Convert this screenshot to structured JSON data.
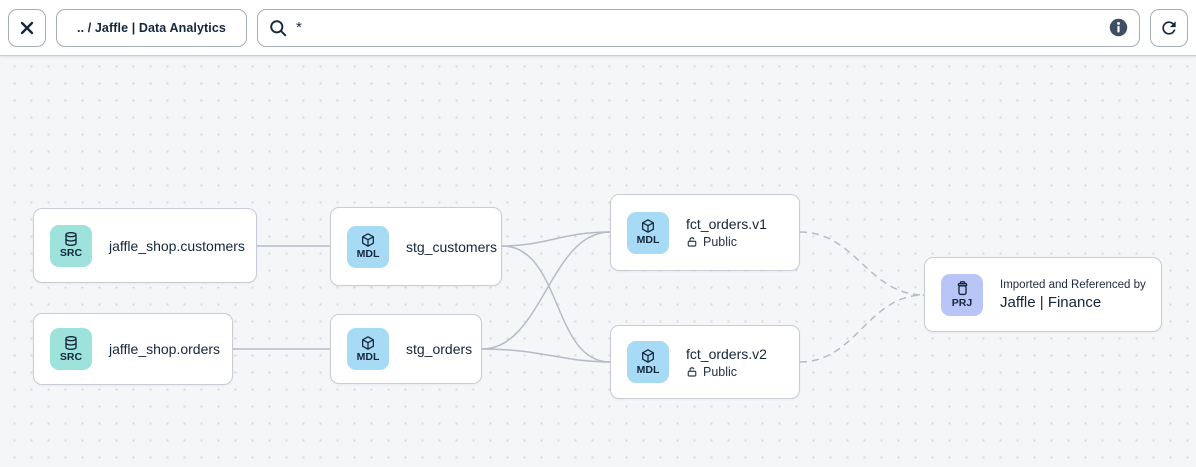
{
  "toolbar": {
    "breadcrumb": ".. / Jaffle | Data Analytics",
    "search": {
      "value": "*"
    }
  },
  "icons": {
    "close": "x-cross",
    "search": "magnifier",
    "info": "filled-circle-i",
    "refresh": "clockwise-arrow",
    "source": "database-cylinder",
    "model": "cube",
    "project": "jar",
    "public_access": "unlocked-padlock"
  },
  "canvas": {
    "nodes": [
      {
        "badge": "SRC",
        "label": "jaffle_shop.customers"
      },
      {
        "badge": "MDL",
        "label": "stg_customers"
      },
      {
        "badge": "SRC",
        "label": "jaffle_shop.orders"
      },
      {
        "badge": "MDL",
        "label": "stg_orders"
      },
      {
        "badge": "MDL",
        "label": "fct_orders.v1",
        "access": "Public"
      },
      {
        "badge": "MDL",
        "label": "fct_orders.v2",
        "access": "Public"
      },
      {
        "badge": "PRJ",
        "label": "Jaffle | Finance",
        "sublabel": "Imported and Referenced by"
      }
    ],
    "edges": [
      {
        "from": "jaffle_shop.customers",
        "to": "stg_customers",
        "style": "solid"
      },
      {
        "from": "jaffle_shop.orders",
        "to": "stg_orders",
        "style": "solid"
      },
      {
        "from": "stg_customers",
        "to": "fct_orders.v1",
        "style": "solid"
      },
      {
        "from": "stg_customers",
        "to": "fct_orders.v2",
        "style": "solid"
      },
      {
        "from": "stg_orders",
        "to": "fct_orders.v1",
        "style": "solid"
      },
      {
        "from": "stg_orders",
        "to": "fct_orders.v2",
        "style": "solid"
      },
      {
        "from": "fct_orders.v1",
        "to": "Jaffle | Finance",
        "style": "dashed"
      },
      {
        "from": "fct_orders.v2",
        "to": "Jaffle | Finance",
        "style": "dashed"
      }
    ],
    "colors": {
      "src_badge": "#9de3db",
      "mdl_badge": "#a7dbf5",
      "prj_badge": "#b9c4f7",
      "edge": "#b5bbc7",
      "text": "#14263b",
      "canvas_bg": "#f5f6f8",
      "node_bg": "#ffffff",
      "node_border": "#c8ccd4"
    }
  }
}
